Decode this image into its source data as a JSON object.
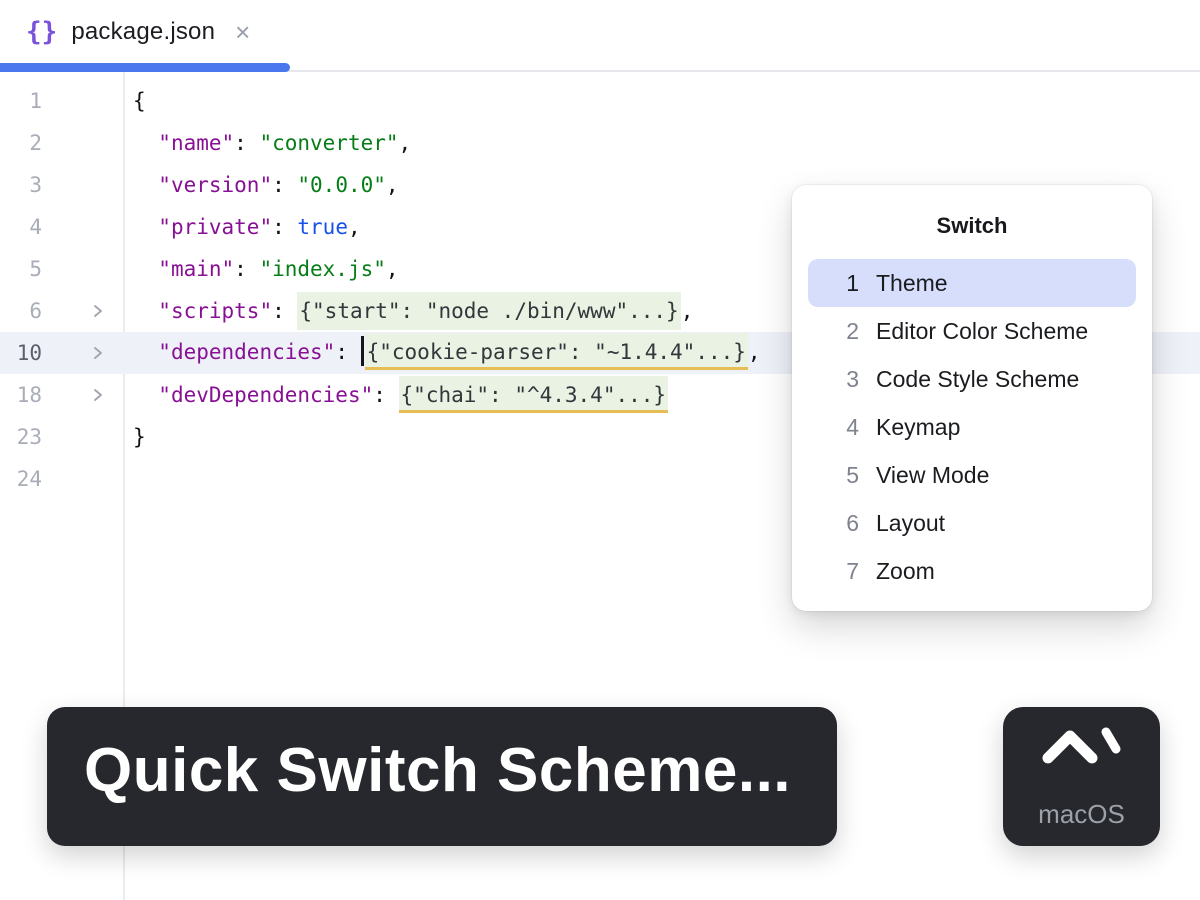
{
  "tab_bar": {
    "active_tab": {
      "icon": "{}",
      "title": "package.json",
      "close_label": "×"
    }
  },
  "editor": {
    "lines": [
      {
        "num": "1",
        "foldable": false,
        "current": false,
        "tokens": [
          {
            "t": "{",
            "s": "plain"
          }
        ]
      },
      {
        "num": "2",
        "foldable": false,
        "current": false,
        "tokens": [
          {
            "t": "  ",
            "s": "plain"
          },
          {
            "t": "\"name\"",
            "s": "key"
          },
          {
            "t": ": ",
            "s": "plain"
          },
          {
            "t": "\"converter\"",
            "s": "string"
          },
          {
            "t": ",",
            "s": "plain"
          }
        ]
      },
      {
        "num": "3",
        "foldable": false,
        "current": false,
        "tokens": [
          {
            "t": "  ",
            "s": "plain"
          },
          {
            "t": "\"version\"",
            "s": "key"
          },
          {
            "t": ": ",
            "s": "plain"
          },
          {
            "t": "\"0.0.0\"",
            "s": "string"
          },
          {
            "t": ",",
            "s": "plain"
          }
        ]
      },
      {
        "num": "4",
        "foldable": false,
        "current": false,
        "tokens": [
          {
            "t": "  ",
            "s": "plain"
          },
          {
            "t": "\"private\"",
            "s": "key"
          },
          {
            "t": ": ",
            "s": "plain"
          },
          {
            "t": "true",
            "s": "keyword"
          },
          {
            "t": ",",
            "s": "plain"
          }
        ]
      },
      {
        "num": "5",
        "foldable": false,
        "current": false,
        "tokens": [
          {
            "t": "  ",
            "s": "plain"
          },
          {
            "t": "\"main\"",
            "s": "key"
          },
          {
            "t": ": ",
            "s": "plain"
          },
          {
            "t": "\"index.js\"",
            "s": "string"
          },
          {
            "t": ",",
            "s": "plain"
          }
        ]
      },
      {
        "num": "6",
        "foldable": true,
        "current": false,
        "tokens": [
          {
            "t": "  ",
            "s": "plain"
          },
          {
            "t": "\"scripts\"",
            "s": "key"
          },
          {
            "t": ": ",
            "s": "plain"
          },
          {
            "t": "{\"start\": \"node ./bin/www\"...}",
            "s": "fold"
          },
          {
            "t": ",",
            "s": "plain"
          }
        ]
      },
      {
        "num": "10",
        "foldable": true,
        "current": true,
        "tokens": [
          {
            "t": "  ",
            "s": "plain"
          },
          {
            "t": "\"dependencies\"",
            "s": "key"
          },
          {
            "t": ": ",
            "s": "plain"
          },
          {
            "s": "caret"
          },
          {
            "t": "{\"cookie-parser\": \"~1.4.4\"...}",
            "s": "foldwarn"
          },
          {
            "t": ",",
            "s": "plain"
          }
        ]
      },
      {
        "num": "18",
        "foldable": true,
        "current": false,
        "tokens": [
          {
            "t": "  ",
            "s": "plain"
          },
          {
            "t": "\"devDependencies\"",
            "s": "key"
          },
          {
            "t": ": ",
            "s": "plain"
          },
          {
            "t": "{\"chai\": \"^4.3.4\"...}",
            "s": "foldwarn"
          }
        ]
      },
      {
        "num": "23",
        "foldable": false,
        "current": false,
        "tokens": [
          {
            "t": "}",
            "s": "plain"
          }
        ]
      },
      {
        "num": "24",
        "foldable": false,
        "current": false,
        "tokens": []
      }
    ]
  },
  "switch_popup": {
    "title": "Switch",
    "items": [
      {
        "key": "1",
        "label": "Theme",
        "selected": true
      },
      {
        "key": "2",
        "label": "Editor Color Scheme",
        "selected": false
      },
      {
        "key": "3",
        "label": "Code Style Scheme",
        "selected": false
      },
      {
        "key": "4",
        "label": "Keymap",
        "selected": false
      },
      {
        "key": "5",
        "label": "View Mode",
        "selected": false
      },
      {
        "key": "6",
        "label": "Layout",
        "selected": false
      },
      {
        "key": "7",
        "label": "Zoom",
        "selected": false
      }
    ]
  },
  "screencast": {
    "action_label": "Quick Switch Scheme...",
    "shortcut": {
      "keys": "^`",
      "platform": "macOS"
    }
  },
  "colors": {
    "accent_blue": "#4A77EE",
    "popup_selection_bg": "#D6DEFB",
    "current_line_bg": "#EFF1F9",
    "fold_bg": "#E9F2E3",
    "fold_underline": "#E6BC55",
    "json_key": "#871094",
    "json_string": "#067D17",
    "json_keyword": "#1750EB",
    "overlay_bg": "#26282D"
  }
}
